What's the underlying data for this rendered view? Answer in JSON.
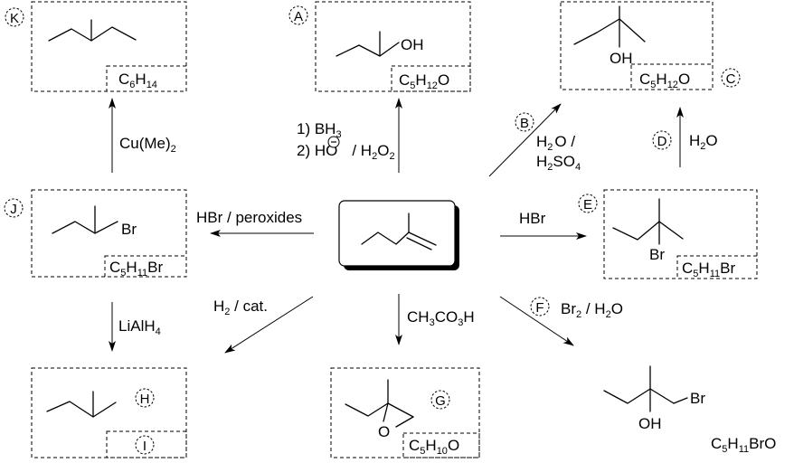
{
  "labels": {
    "K": "K",
    "A": "A",
    "B": "B",
    "C": "C",
    "D": "D",
    "E": "E",
    "F": "F",
    "G": "G",
    "H": "H",
    "I": "I",
    "J": "J"
  },
  "formulas": {
    "K": {
      "a": "C",
      "b": "6",
      "c": "H",
      "d": "14"
    },
    "A": {
      "a": "C",
      "b": "5",
      "c": "H",
      "d": "12",
      "e": "O"
    },
    "C": {
      "a": "C",
      "b": "5",
      "c": "H",
      "d": "12",
      "e": "O"
    },
    "J": {
      "a": "C",
      "b": "5",
      "c": "H",
      "d": "11",
      "e": "Br"
    },
    "E": {
      "a": "C",
      "b": "5",
      "c": "H",
      "d": "11",
      "e": "Br"
    },
    "G": {
      "a": "C",
      "b": "5",
      "c": "H",
      "d": "10",
      "e": "O"
    },
    "F": {
      "a": "C",
      "b": "5",
      "c": "H",
      "d": "11",
      "e": "BrO"
    }
  },
  "atoms": {
    "oh": "OH",
    "br": "Br",
    "o": "O"
  },
  "reagents": {
    "to_K": {
      "a": "Cu(Me)",
      "b": "2"
    },
    "to_A": {
      "l1": "1) BH",
      "l1s": "3",
      "l2": "2) HO",
      "l2b": "/ H",
      "l2s": "2",
      "l2c": "O",
      "l2s2": "2",
      "minus": "−"
    },
    "to_C": {
      "l1": "H",
      "l1s": "2",
      "l1b": "O /",
      "l2": "H",
      "l2s": "2",
      "l2b": "SO",
      "l2s2": "4"
    },
    "E_to_C": {
      "a": "H",
      "b": "2",
      "c": "O"
    },
    "to_J": "HBr / peroxides",
    "to_E": "HBr",
    "to_I": {
      "a": "LiAlH",
      "b": "4"
    },
    "to_H": {
      "a": "H",
      "b": "2",
      "c": " / cat."
    },
    "to_G": {
      "a": "CH",
      "b": "3",
      "c": "CO",
      "d": "3",
      "e": "H"
    },
    "to_F": {
      "a": "Br",
      "b": "2",
      "c": " / H",
      "d": "2",
      "e": "O"
    }
  }
}
